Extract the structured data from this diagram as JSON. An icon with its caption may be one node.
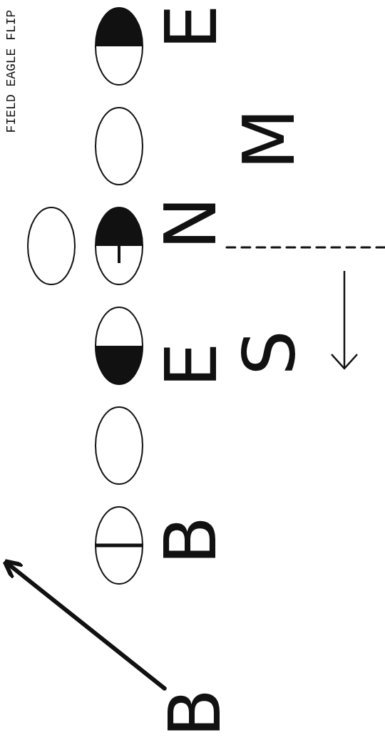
{
  "diagram": {
    "title": "FIELD EAGLE FLIP",
    "nodes": [
      {
        "text": [],
        "shape": "ellipse"
      },
      {
        "text": [],
        "shape": "ellipse"
      },
      {
        "text": [],
        "shape": "ellipse"
      },
      {
        "text": [],
        "shape": "ellipse"
      },
      {
        "text": [],
        "shape": "ellipse"
      },
      {
        "text": [],
        "shape": "ellipse"
      },
      {
        "text": [],
        "shape": "ellipse"
      },
      {
        "text": [
          "N"
        ]
      },
      {
        "text": [
          "B"
        ]
      }
    ],
    "edges": [
      {
        "from": 8,
        "to": null,
        "arrow": "to",
        "style": "thick"
      },
      {
        "from": 7,
        "to": null,
        "arrow": "none",
        "style": "dashed"
      }
    ],
    "labels": [
      "E",
      "M",
      "E",
      "S",
      "B"
    ]
  }
}
